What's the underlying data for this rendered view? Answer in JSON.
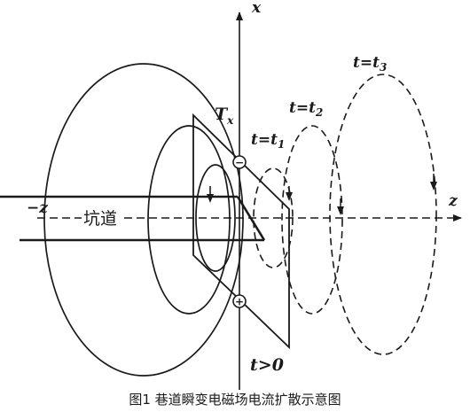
{
  "axes": {
    "x_label": "x",
    "z_label": "z",
    "neg_z_label": "−z"
  },
  "tunnel": {
    "label": "坑道"
  },
  "transmitter": {
    "label_main": "T",
    "label_sub": "x",
    "condition": "t>0",
    "positive_symbol": "+",
    "negative_symbol": "−"
  },
  "time_labels": [
    {
      "prefix": "t=t",
      "sub": "1"
    },
    {
      "prefix": "t=t",
      "sub": "2"
    },
    {
      "prefix": "t=t",
      "sub": "3"
    }
  ],
  "caption": "图1 巷道瞬变电磁场电流扩散示意图",
  "colors": {
    "stroke": "#1a1a1a",
    "background": "#ffffff"
  }
}
